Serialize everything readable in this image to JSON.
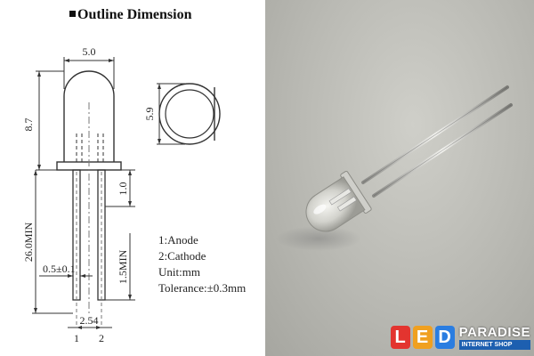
{
  "header": {
    "title": "Outline Dimension"
  },
  "dimensions": {
    "body_width": "5.0",
    "body_height": "8.7",
    "flange_diameter": "5.9",
    "flange_to_lead": "1.0",
    "lead_length": "26.0MIN",
    "lead_width": "0.5±0.1",
    "lead_gap": "1.5MIN",
    "pitch": "2.54"
  },
  "pins": {
    "pin1": "1",
    "pin2": "2"
  },
  "legend": {
    "line1": "1:Anode",
    "line2": "2:Cathode",
    "line3": "Unit:mm",
    "line4": "Tolerance:±0.3mm"
  },
  "logo": {
    "letters": [
      "L",
      "E",
      "D"
    ],
    "letter_colors": [
      "#e3342f",
      "#f0a020",
      "#2a7de1"
    ],
    "brand": "PARADISE",
    "tagline": "INTERNET SHOP"
  }
}
